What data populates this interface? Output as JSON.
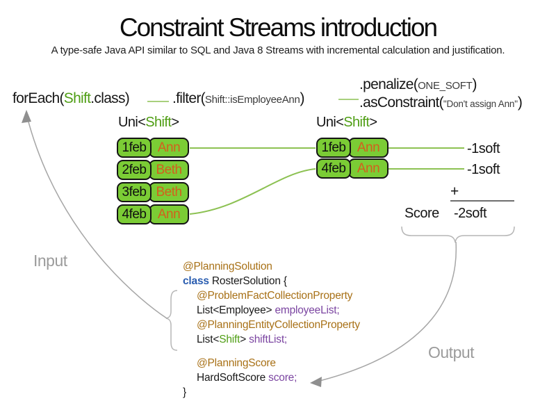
{
  "title": "Constraint Streams introduction",
  "subtitle": "A type-safe Java API similar to SQL and Java 8 Streams with incremental calculation and justification.",
  "flow": {
    "foreach_pre": "forEach(",
    "foreach_type": "Shift",
    "foreach_post": ".class)",
    "filter_pre": ".filter(",
    "filter_type": "Shift",
    "filter_arg": "::isEmployeeAnn",
    "filter_post": ")",
    "penalize_pre": ".penalize(",
    "penalize_arg": "ONE_SOFT",
    "penalize_post": ")",
    "asconstraint_pre": ".asConstraint(",
    "asconstraint_arg": "\"Don't assign Ann\"",
    "asconstraint_post": ")"
  },
  "streams": {
    "left_label_pre": "Uni<",
    "left_label_type": "Shift",
    "left_label_post": ">",
    "right_label_pre": "Uni<",
    "right_label_type": "Shift",
    "right_label_post": ">",
    "left_rows": [
      {
        "date": "1feb",
        "employee": "Ann"
      },
      {
        "date": "2feb",
        "employee": "Beth"
      },
      {
        "date": "3feb",
        "employee": "Beth"
      },
      {
        "date": "4feb",
        "employee": "Ann"
      }
    ],
    "right_rows": [
      {
        "date": "1feb",
        "employee": "Ann"
      },
      {
        "date": "4feb",
        "employee": "Ann"
      }
    ]
  },
  "score_panel": {
    "penalties": [
      "-1soft",
      "-1soft"
    ],
    "plus_sign": "+",
    "score_label": "Score",
    "total": "-2soft"
  },
  "flow_labels": {
    "input": "Input",
    "output": "Output"
  },
  "code": {
    "annotation_solution": "@PlanningSolution",
    "kw_class": "class",
    "class_decl": " RosterSolution {",
    "annotation_problem_fact": "@ProblemFactCollectionProperty",
    "employee_type": "List<Employee> ",
    "employee_field": "employeeList;",
    "annotation_planning_entity": "@PlanningEntityCollectionProperty",
    "shift_pre": "List<",
    "shift_type": "Shift",
    "shift_post": "> ",
    "shift_field": "shiftList;",
    "annotation_score": "@PlanningScore",
    "score_type": "HardSoftScore ",
    "score_field": "score;",
    "closing_brace": "}"
  },
  "colors": {
    "cell_green": "#7bcc35",
    "green_text": "#4f9e14",
    "green_line": "#8cc152",
    "employee_orange": "#d2601d",
    "annotation_brown": "#a87117",
    "keyword_blue": "#2a5db0",
    "field_purple": "#7b45a1",
    "gray_label": "#9b9b9b",
    "arrow_gray": "#a6a6a6"
  }
}
